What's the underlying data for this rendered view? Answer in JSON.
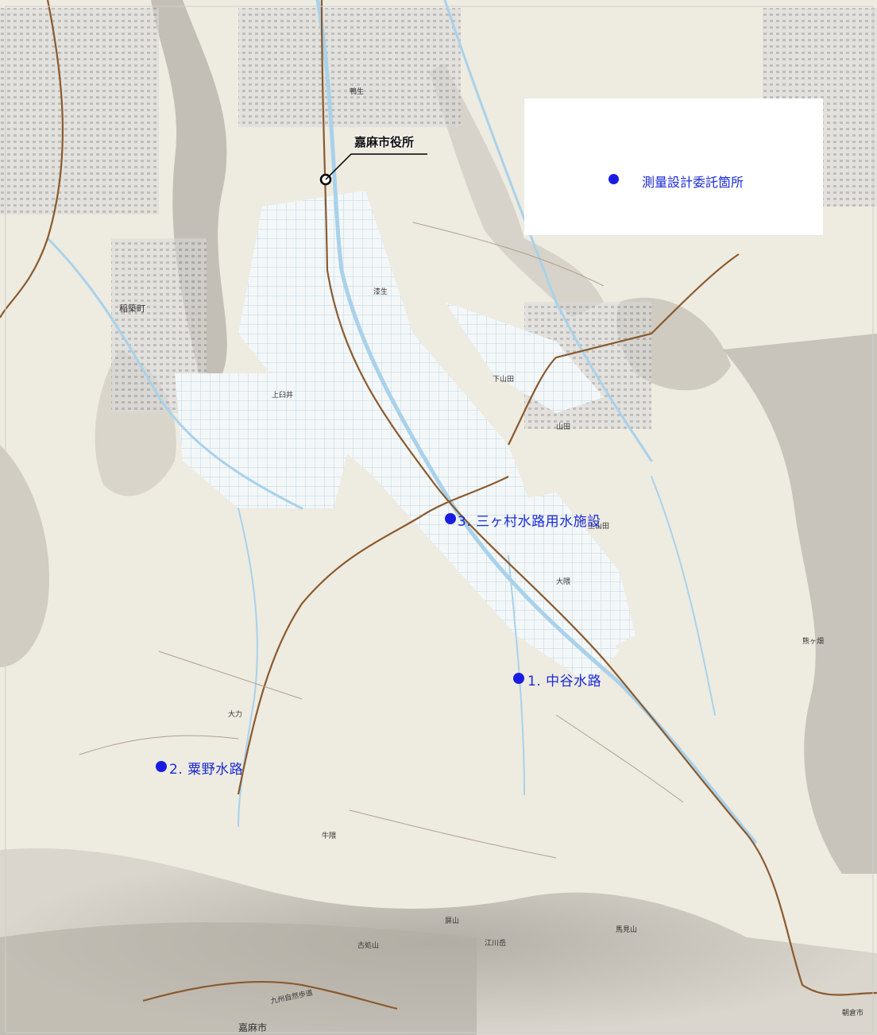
{
  "map": {
    "city_hall": {
      "label": "嘉麻市役所"
    },
    "legend": {
      "label": "測量設計委託箇所",
      "dot_color": "#1a1de0"
    },
    "sites": [
      {
        "label": "1. 中谷水路"
      },
      {
        "label": "2. 粟野水路"
      },
      {
        "label": "3. 三ヶ村水路用水施設"
      }
    ],
    "places": [
      "嘉麻市",
      "稲築町",
      "鴨生",
      "漆生",
      "上臼井",
      "大隈",
      "山田",
      "牛隈",
      "熊ヶ畑",
      "馬見山",
      "古処山",
      "江川岳",
      "屏山",
      "九州自然歩道",
      "朝倉市",
      "大力",
      "下山田",
      "上山田"
    ],
    "colors": {
      "terrain": "#efece2",
      "mountain": "#b9b4ab",
      "river": "#d7ecf7",
      "road": "#8a5a2e",
      "paddy": "#ffffff"
    }
  }
}
